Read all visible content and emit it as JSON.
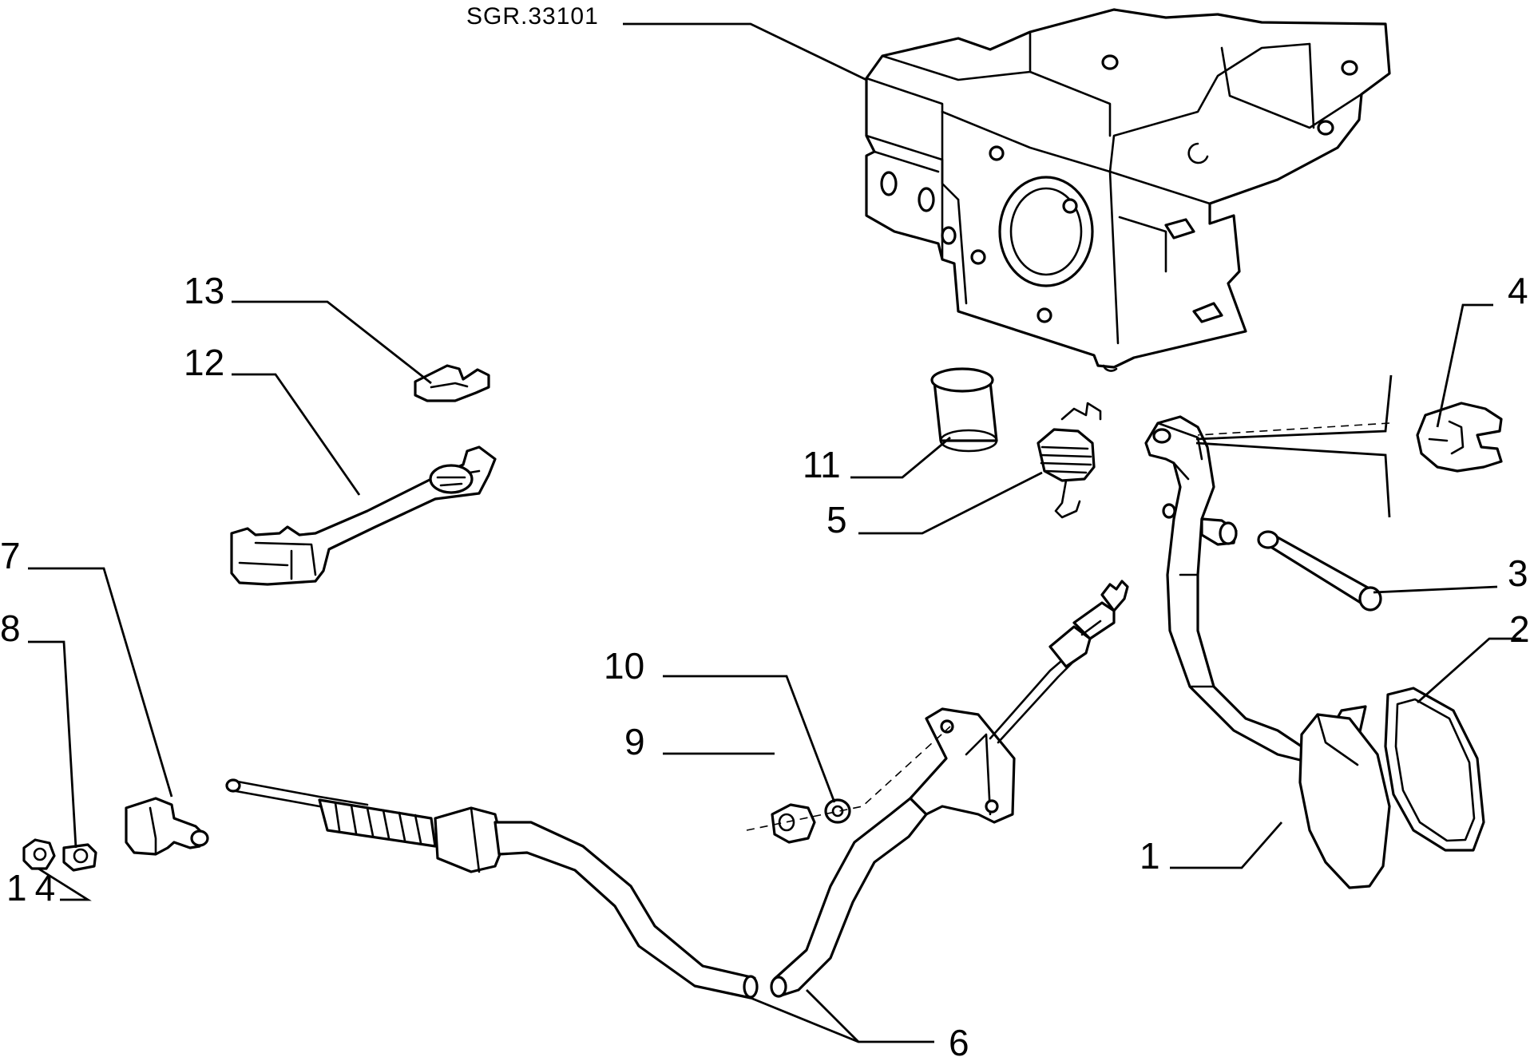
{
  "diagram": {
    "reference_code": "SGR.33101",
    "callouts": {
      "c1": "1",
      "c2": "2",
      "c3": "3",
      "c4": "4",
      "c5": "5",
      "c6": "6",
      "c7": "7",
      "c8": "8",
      "c9": "9",
      "c10": "10",
      "c11": "11",
      "c12": "12",
      "c13": "13",
      "c14": "14"
    }
  }
}
